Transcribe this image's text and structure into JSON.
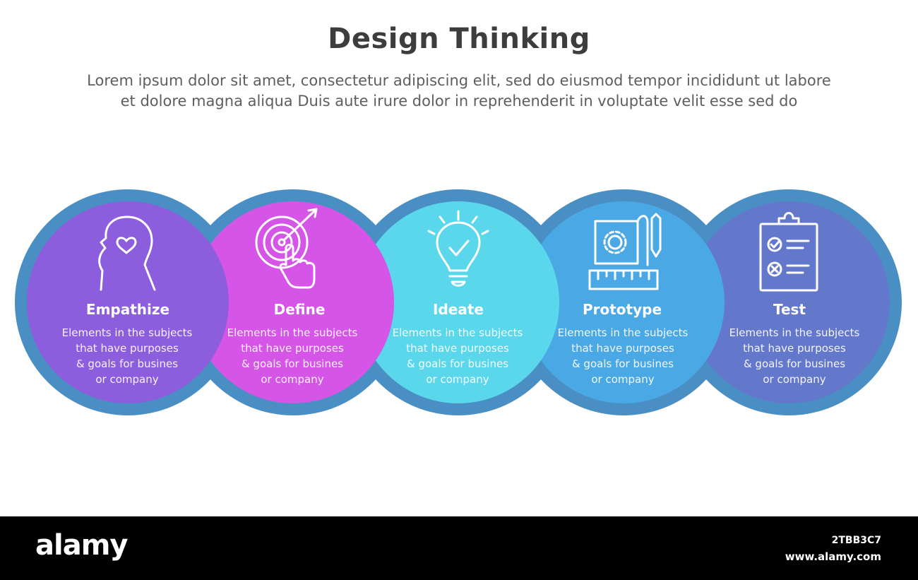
{
  "header": {
    "title": "Design Thinking",
    "subtitle_line1": "Lorem ipsum dolor sit amet, consectetur adipiscing elit, sed do eiusmod tempor incididunt ut labore",
    "subtitle_line2": "et dolore magna aliqua Duis aute irure dolor in reprehenderit in voluptate velit esse sed do"
  },
  "colors": {
    "ring": "#4a8fc4",
    "background": "#ffffff",
    "title_text": "#3d3d3d",
    "body_text": "#5e5e5e"
  },
  "steps": [
    {
      "title": "Empathize",
      "icon": "head-heart-icon",
      "color": "#8c5ddc",
      "desc": [
        "Elements in the subjects",
        "that have purposes",
        "& goals for busines",
        "or company"
      ]
    },
    {
      "title": "Define",
      "icon": "target-hand-icon",
      "color": "#d555e6",
      "desc": [
        "Elements in the subjects",
        "that have purposes",
        "& goals for busines",
        "or company"
      ]
    },
    {
      "title": "Ideate",
      "icon": "lightbulb-check-icon",
      "color": "#5ad7eb",
      "desc": [
        "Elements in the subjects",
        "that have purposes",
        "& goals for busines",
        "or company"
      ]
    },
    {
      "title": "Prototype",
      "icon": "blueprint-gear-ruler-icon",
      "color": "#4aa8e4",
      "desc": [
        "Elements in the subjects",
        "that have purposes",
        "& goals for busines",
        "or company"
      ]
    },
    {
      "title": "Test",
      "icon": "clipboard-checklist-icon",
      "color": "#6478cb",
      "desc": [
        "Elements in the subjects",
        "that have purposes",
        "& goals for busines",
        "or company"
      ]
    }
  ],
  "footer": {
    "brand": "alamy",
    "image_id": "2TBB3C7",
    "site": "www.alamy.com"
  }
}
